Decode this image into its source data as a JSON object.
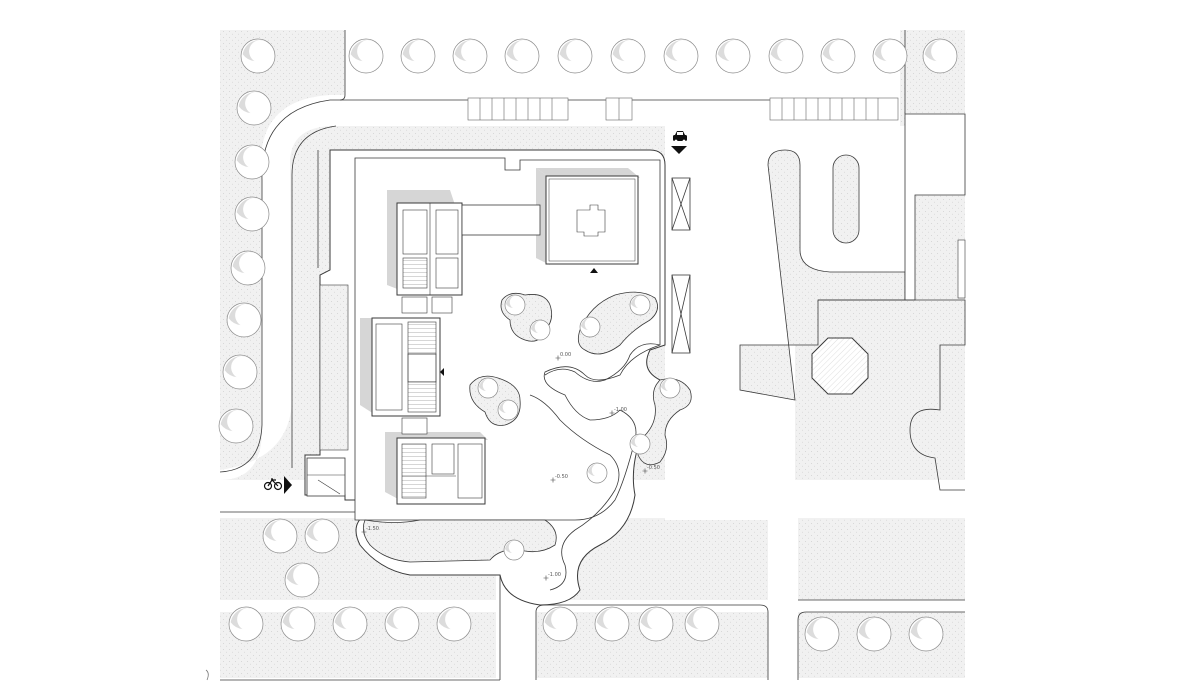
{
  "site_plan": {
    "levels": [
      {
        "id": "level-1",
        "text": "0.00"
      },
      {
        "id": "level-2",
        "text": "-1.00"
      },
      {
        "id": "level-3",
        "text": "-1.50"
      },
      {
        "id": "level-4",
        "text": "-0.50"
      },
      {
        "id": "level-5",
        "text": "-0.50"
      },
      {
        "id": "level-6",
        "text": "-1.00"
      }
    ],
    "icons": [
      "car-icon",
      "bicycle-icon",
      "entrance-arrow-icon",
      "tree-icon"
    ],
    "colors": {
      "paper": "#ffffff",
      "hatch": "#ececec",
      "line": "#3a3a3a",
      "shadow": "#cfcfcf",
      "tree": "#dcdcdc",
      "marker": "#111111"
    }
  }
}
